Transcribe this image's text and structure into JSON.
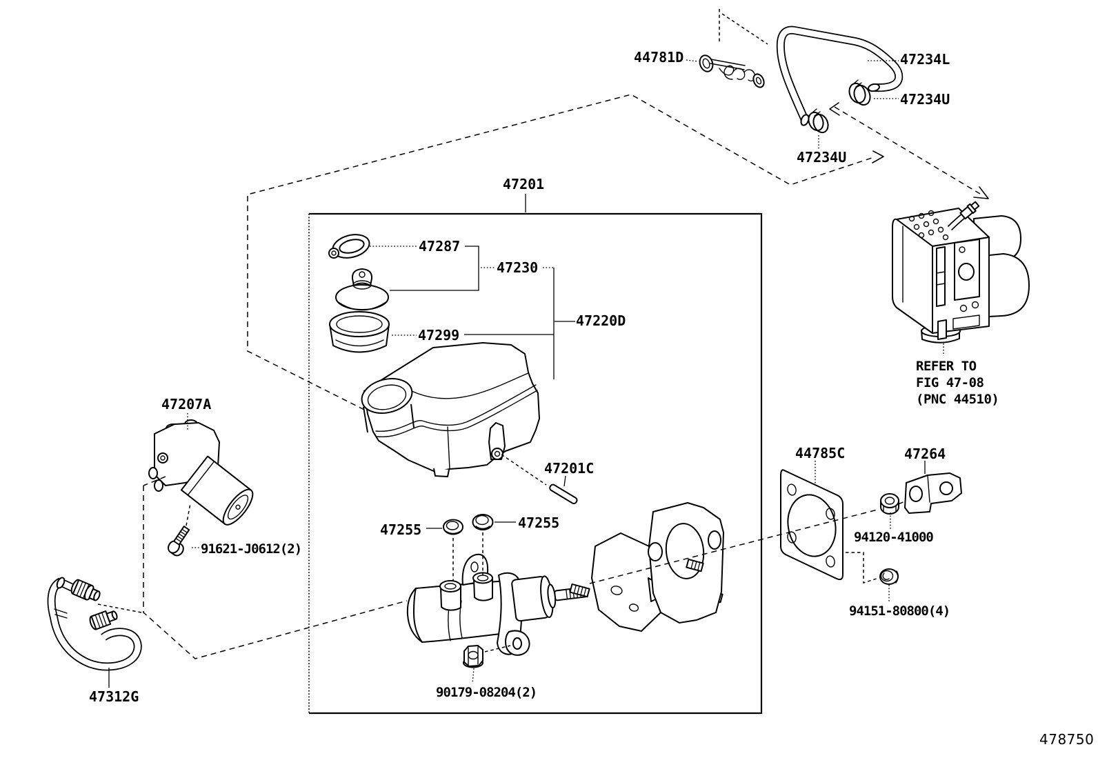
{
  "figure": {
    "code": "478750",
    "note": {
      "line1": "REFER TO",
      "line2": "FIG 47-08",
      "line3": "(PNC 44510)"
    },
    "labels": {
      "p44781d": "44781D",
      "p47234l": "47234L",
      "p47234u_top": "47234U",
      "p47234u_mid": "47234U",
      "p47201": "47201",
      "p47287": "47287",
      "p47230": "47230",
      "p47299": "47299",
      "p47220d": "47220D",
      "p47201c": "47201C",
      "p47255_left": "47255",
      "p47255_right": "47255",
      "p47207a": "47207A",
      "p91621": "91621-J0612(2)",
      "p47312g": "47312G",
      "p90179": "90179-08204(2)",
      "p44785c": "44785C",
      "p47264": "47264",
      "p94120": "94120-41000",
      "p94151": "94151-80800(4)"
    }
  }
}
